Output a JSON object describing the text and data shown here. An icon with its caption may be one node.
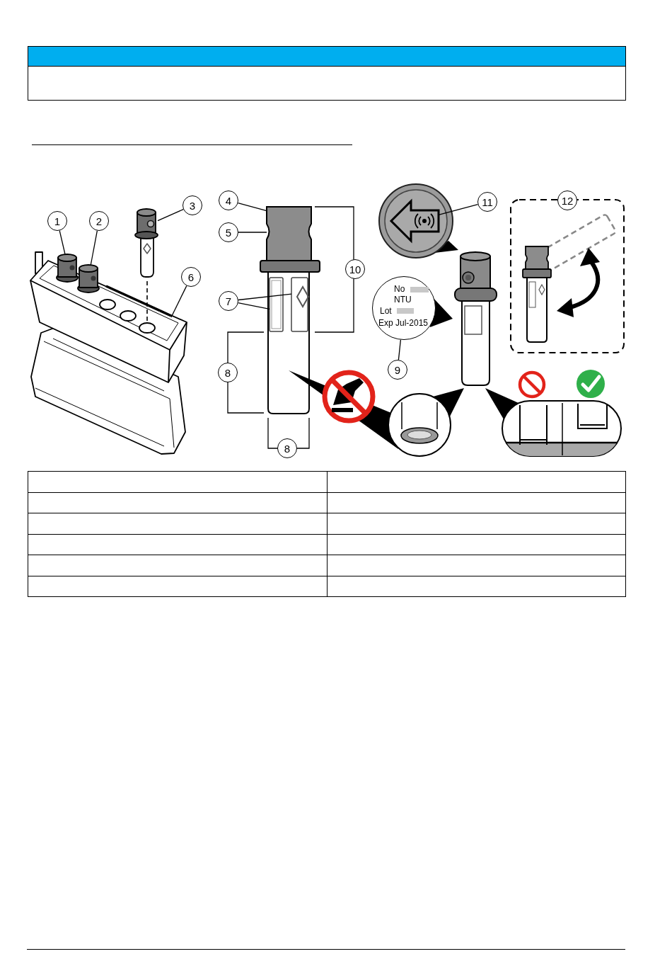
{
  "diagram": {
    "nodes": [
      {
        "text": [
          "1"
        ]
      },
      {
        "text": [
          "2"
        ]
      },
      {
        "text": [
          "3"
        ]
      },
      {
        "text": [
          "4"
        ]
      },
      {
        "text": [
          "5"
        ]
      },
      {
        "text": [
          "6"
        ]
      },
      {
        "text": [
          "7"
        ]
      },
      {
        "text": [
          "9"
        ]
      },
      {
        "text": [
          "11"
        ]
      },
      {
        "text": [
          "No",
          "NTU",
          "Lot",
          "Exp Jul-2015"
        ]
      },
      {
        "text": [
          "12"
        ]
      },
      {
        "text": [
          "10"
        ]
      },
      {
        "text": [
          "8"
        ]
      },
      {
        "text": [
          "8"
        ]
      },
      {
        "text": [],
        "shape": "picture"
      },
      {
        "text": [],
        "shape": "picture"
      },
      {
        "text": [],
        "shape": "bar"
      },
      {
        "text": [],
        "shape": "picture"
      },
      {
        "text": [],
        "shape": "box"
      },
      {
        "text": [],
        "shape": "box"
      },
      {
        "text": [],
        "shape": "box"
      },
      {
        "text": [],
        "shape": "picture"
      }
    ],
    "edges": [
      {
        "from": 0,
        "to": 14,
        "arrow": "none"
      },
      {
        "from": 1,
        "to": 15,
        "arrow": "none"
      },
      {
        "from": 2,
        "to": 17,
        "arrow": "none"
      },
      {
        "from": 3,
        "to": 18,
        "arrow": "none"
      },
      {
        "from": 4,
        "to": 18,
        "arrow": "none"
      },
      {
        "from": 5,
        "to": 16,
        "arrow": "none"
      },
      {
        "from": 6,
        "to": 20,
        "arrow": "none"
      },
      {
        "from": 6,
        "to": 19,
        "arrow": "none"
      },
      {
        "from": 7,
        "to": 9,
        "arrow": "none"
      },
      {
        "from": 8,
        "to": 21,
        "arrow": "none"
      }
    ]
  }
}
